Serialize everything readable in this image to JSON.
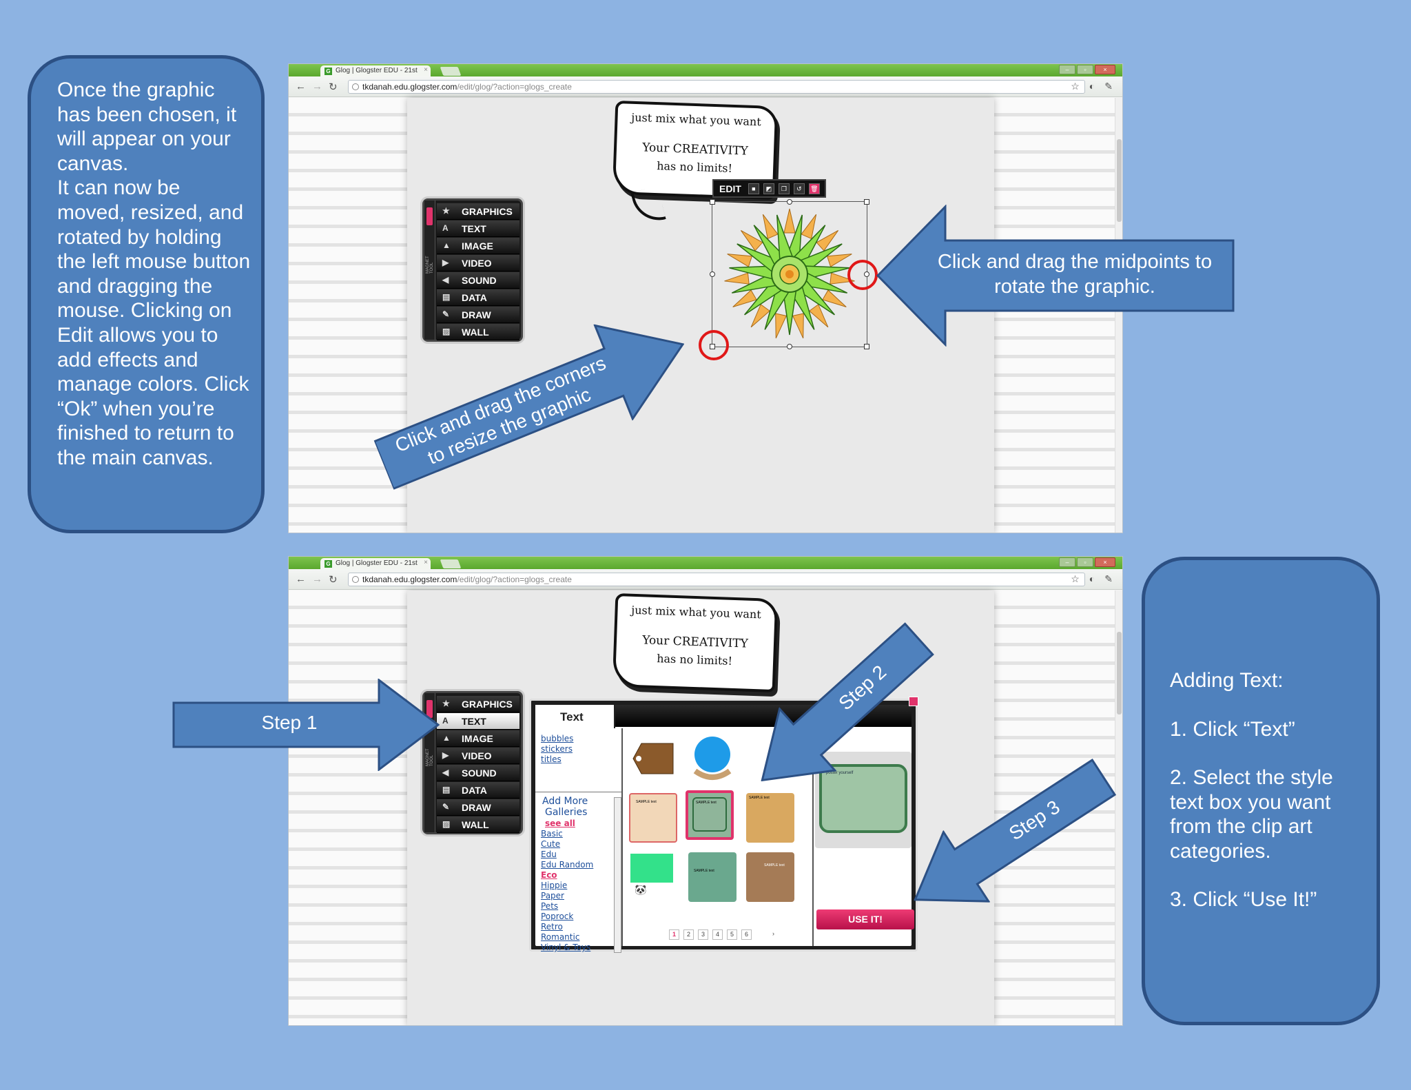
{
  "left_callout": {
    "text": "Once the graphic has been chosen, it will appear on your canvas.\nIt can now be moved, resized, and rotated by holding the left mouse button and dragging the mouse. Clicking on Edit allows you to add effects and manage colors. Click “Ok” when you’re finished to return to the main canvas."
  },
  "right_callout": {
    "heading": "Adding Text:",
    "step1": "1. Click “Text”",
    "step2": "2. Select the style text box you want from the clip art categories.",
    "step3": "3. Click “Use It!”"
  },
  "browser": {
    "tab_title": "Glog | Glogster EDU - 21st",
    "url_host": "tkdanah.edu.glogster.com",
    "url_path": "/edit/glog/?action=glogs_create"
  },
  "canvas": {
    "bubble_line1": "just mix what you want",
    "bubble_line2": "Your CREATIVITY",
    "bubble_line3": "has no limits!"
  },
  "magnet_tool": {
    "label": "MAGNET TOOL",
    "items": [
      "GRAPHICS",
      "TEXT",
      "IMAGE",
      "VIDEO",
      "SOUND",
      "DATA",
      "DRAW",
      "WALL"
    ]
  },
  "edit_toolbar": {
    "edit_label": "EDIT"
  },
  "annotations": {
    "rotate": "Click and drag the midpoints to rotate the graphic.",
    "resize_line1": "Click and drag the corners",
    "resize_line2": "to resize the graphic",
    "step1": "Step 1",
    "step2": "Step 2",
    "step3": "Step 3"
  },
  "text_panel": {
    "tab": "Text",
    "links": [
      "bubbles",
      "stickers",
      "titles"
    ],
    "galleries_line1": "Add More",
    "galleries_line2": "Galleries",
    "see_all": "see all",
    "categories": [
      "Basic",
      "Cute",
      "Edu",
      "Edu Random",
      "Eco",
      "Hippie",
      "Paper",
      "Pets",
      "Poprock",
      "Retro",
      "Romantic",
      "Vinyl & Toys"
    ],
    "pages": [
      "1",
      "2",
      "3",
      "4",
      "5",
      "6"
    ],
    "use_it": "USE IT!",
    "sample_text": "SAMPLE text",
    "preview_text": "poster yourself"
  },
  "colors": {
    "callout_fill": "#4f81bd",
    "callout_border": "#2c5084",
    "background": "#8db3e2",
    "accent_pink": "#e0336b",
    "annotation_red": "#e01818"
  }
}
